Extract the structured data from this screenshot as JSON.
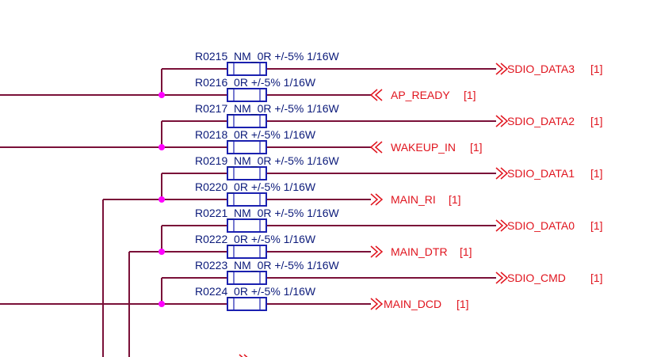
{
  "colors": {
    "wire": "#7a1038",
    "resistor": "#1a20b0",
    "junction": "#ff00ff",
    "resistor_label": "#0b1a7a",
    "net_label": "#e0141e"
  },
  "resistors": [
    {
      "label": "R0215_NM_0R +/-5% 1/16W",
      "net": "SDIO_DATA3",
      "page": "[1]",
      "direction": "out"
    },
    {
      "label": "R0216_0R +/-5% 1/16W",
      "net": "AP_READY",
      "page": "[1]",
      "direction": "in"
    },
    {
      "label": "R0217_NM_0R +/-5% 1/16W",
      "net": "SDIO_DATA2",
      "page": "[1]",
      "direction": "out"
    },
    {
      "label": "R0218_0R +/-5% 1/16W",
      "net": "WAKEUP_IN",
      "page": "[1]",
      "direction": "in"
    },
    {
      "label": "R0219_NM_0R +/-5% 1/16W",
      "net": "SDIO_DATA1",
      "page": "[1]",
      "direction": "out"
    },
    {
      "label": "R0220_0R +/-5% 1/16W",
      "net": "MAIN_RI",
      "page": "[1]",
      "direction": "out"
    },
    {
      "label": "R0221_NM_0R +/-5% 1/16W",
      "net": "SDIO_DATA0",
      "page": "[1]",
      "direction": "out"
    },
    {
      "label": "R0222_0R +/-5% 1/16W",
      "net": "MAIN_DTR",
      "page": "[1]",
      "direction": "out"
    },
    {
      "label": "R0223_NM_0R +/-5% 1/16W",
      "net": "SDIO_CMD",
      "page": "[1]",
      "direction": "out"
    },
    {
      "label": "R0224_0R +/-5% 1/16W",
      "net": "MAIN_DCD",
      "page": "[1]",
      "direction": "out"
    }
  ]
}
